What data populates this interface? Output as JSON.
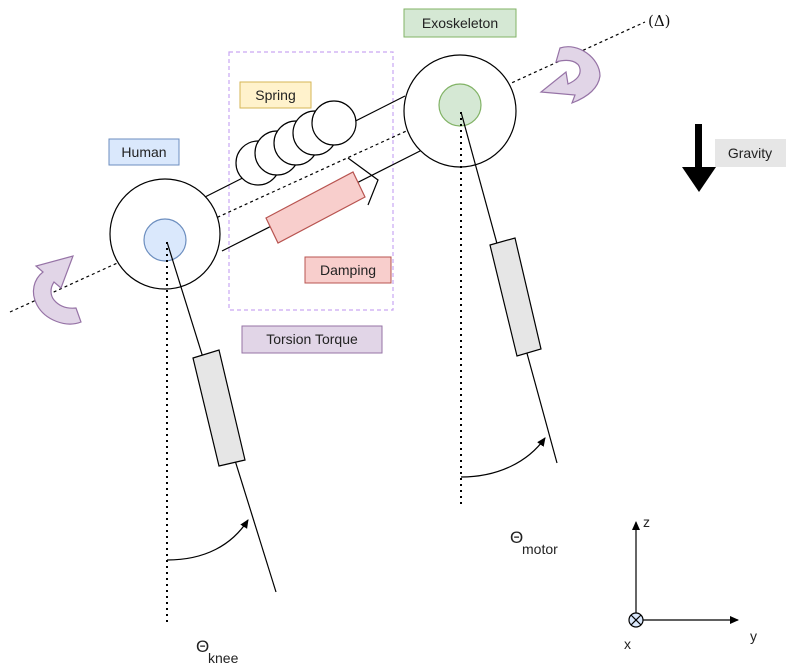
{
  "labels": {
    "exoskeleton": "Exoskeleton",
    "human": "Human",
    "spring": "Spring",
    "damping": "Damping",
    "torsion_torque": "Torsion Torque",
    "gravity": "Gravity",
    "axis_delta": "(Δ)",
    "theta_symbol": "Θ",
    "theta_motor_sub": "motor",
    "theta_knee_sub": "knee",
    "axis_z": "z",
    "axis_y": "y",
    "axis_x": "x"
  },
  "colors": {
    "exoskeleton_fill": "#d5e8d4",
    "exoskeleton_stroke": "#82b366",
    "human_fill": "#dae8fc",
    "human_stroke": "#6c8ebf",
    "spring_fill": "#fff2cc",
    "spring_stroke": "#d6b656",
    "damping_fill": "#f8cecc",
    "damping_stroke": "#b85450",
    "torsion_fill": "#e1d5e7",
    "torsion_stroke": "#9673a6",
    "gravity_fill": "#e6e6e6",
    "segment_fill": "#e6e6e6"
  }
}
